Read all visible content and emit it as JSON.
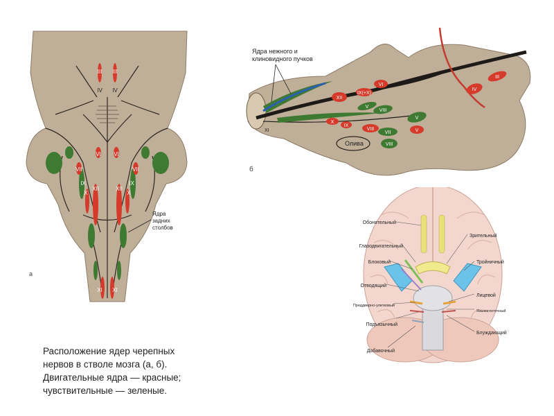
{
  "caption": {
    "line1": "Расположение ядер черепных",
    "line2": "нервов в стволе мозга (а, б).",
    "line3": "Двигательные ядра — красные;",
    "line4": "чувствительные — зеленые."
  },
  "panel_a": {
    "letter": "а",
    "label_posterior_line1": "Ядра",
    "label_posterior_line2": "задних",
    "label_posterior_line3": "столбов",
    "nuclei": {
      "n3a": "III",
      "n3b": "III",
      "n4a": "IV",
      "n4b": "IV",
      "n6a": "VI",
      "n6b": "VI",
      "n7a": "VII",
      "n7b": "VII",
      "n12a": "XII",
      "n12b": "XII",
      "n9a": "IX",
      "n9b": "IX",
      "n10a": "X",
      "n10b": "X",
      "n11a": "XI",
      "n11b": "XI"
    }
  },
  "panel_b": {
    "letter": "б",
    "label_gracile_line1": "Ядра нежного и",
    "label_gracile_line2": "клиновидного пучков",
    "olive": "Олива",
    "nuclei": {
      "n3": "III",
      "n4": "IV",
      "n6": "VI",
      "n12": "XII",
      "n9x": "IX(+X)",
      "n9": "IX",
      "n10": "X",
      "n8a": "VIII",
      "n8b": "VIII",
      "n8c": "VIII",
      "n5a": "V",
      "n5b": "V",
      "n5c": "V",
      "n7": "VII",
      "n11": "XI"
    }
  },
  "panel_c": {
    "left_labels": {
      "olfactory": "Обонятельный",
      "oculomotor": "Глазодвигательный",
      "trochlear": "Блоковый",
      "abducens": "Отводящий",
      "vestibulocochlear": "Преддверно-улитковый",
      "hypoglossal": "Подъязычный",
      "accessory": "Добавочный"
    },
    "right_labels": {
      "optic": "Зрительный",
      "trigeminal": "Тройничный",
      "facial": "Лицевой",
      "glossopharyngeal": "Языкоглоточный",
      "vagus": "Блуждающий"
    }
  },
  "colors": {
    "brain_tan": "#bfae98",
    "motor_red": "#d63a2a",
    "sensory_green": "#3f7a32",
    "nerve_blue": "#6cc3ea",
    "nerve_yellow": "#e8e07a"
  }
}
